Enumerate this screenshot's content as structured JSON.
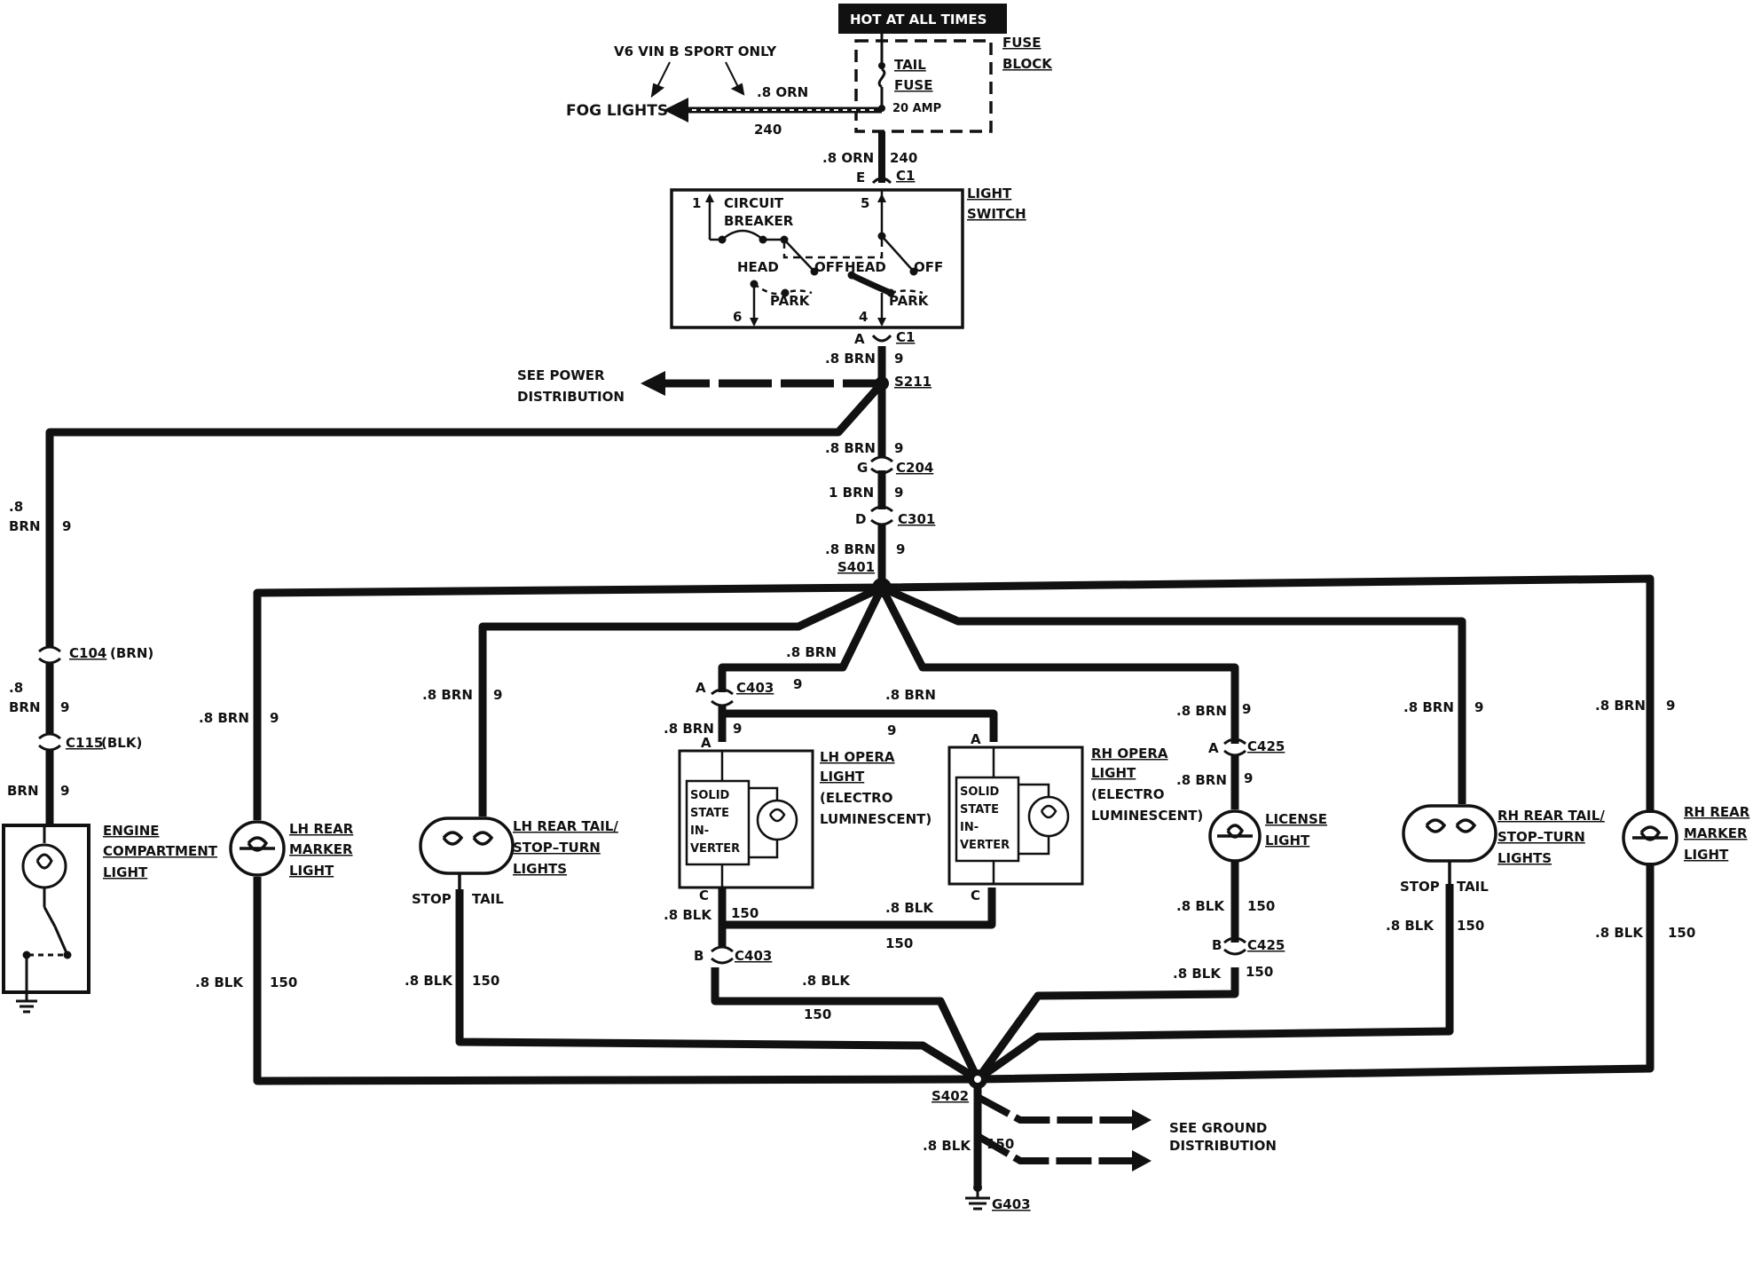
{
  "header": {
    "hot_label": "HOT AT ALL TIMES",
    "fuse_block": [
      "FUSE",
      "BLOCK"
    ],
    "tail_fuse": [
      "TAIL",
      "FUSE"
    ],
    "fuse_rating": "20 AMP"
  },
  "fog": {
    "note": "V6 VIN B SPORT ONLY",
    "label": "FOG LIGHTS",
    "wire": ".8 ORN",
    "circuit": "240"
  },
  "feed": {
    "wire": ".8 ORN",
    "circuit": "240",
    "pin": "E",
    "connector": "C1"
  },
  "light_switch": {
    "title": [
      "LIGHT",
      "SWITCH"
    ],
    "circuit_breaker": [
      "CIRCUIT",
      "BREAKER"
    ],
    "head": "HEAD",
    "off": "OFF",
    "park": "PARK",
    "pin_1": "1",
    "pin_5": "5",
    "pin_6": "6",
    "pin_4": "4"
  },
  "switch_out": {
    "pin": "A",
    "connector": "C1",
    "wire": ".8 BRN",
    "circuit": "9"
  },
  "power_dist": {
    "label": [
      "SEE POWER",
      "DISTRIBUTION"
    ],
    "splice": "S211"
  },
  "trunk": {
    "c204": {
      "pin": "G",
      "connector": "C204",
      "wire_above": ".8 BRN",
      "circuit_above": "9"
    },
    "c301": {
      "pin": "D",
      "connector": "C301",
      "wire_above": "1 BRN",
      "circuit_above": "9"
    },
    "s401": {
      "splice": "S401",
      "wire_above": ".8 BRN",
      "circuit_above": "9"
    }
  },
  "engine_branch": {
    "wire_1": [
      ".8",
      "BRN"
    ],
    "circuit_1": "9",
    "c104": "C104",
    "c104_color": "(BRN)",
    "wire_2": [
      ".8",
      "BRN"
    ],
    "circuit_2": "9",
    "c115": "C115",
    "c115_color": "(BLK)",
    "wire_3": "BRN",
    "circuit_3": "9",
    "title": [
      "ENGINE",
      "COMPARTMENT",
      "LIGHT"
    ]
  },
  "lh_marker": {
    "title": [
      "LH REAR",
      "MARKER",
      "LIGHT"
    ],
    "wire_top": ".8 BRN",
    "circuit_top": "9",
    "wire_bottom": ".8 BLK",
    "circuit_bottom": "150"
  },
  "lh_tail": {
    "title": [
      "LH REAR TAIL/",
      "STOP–TURN",
      "LIGHTS"
    ],
    "wire_top": ".8 BRN",
    "circuit_top": "9",
    "stop": "STOP",
    "tail": "TAIL",
    "wire_bottom": ".8 BLK",
    "circuit_bottom": "150"
  },
  "opera": {
    "wire_a": ".8 BRN",
    "circuit_a": "9",
    "wire_b": ".8 BRN",
    "circuit_b": "9",
    "c403": "C403",
    "pin_a": "A",
    "pin_b": "B",
    "pin_c": "C",
    "wire_lh_in": ".8 BRN",
    "circuit_lh_in": "9",
    "inverter": [
      "SOLID",
      "STATE",
      "IN-",
      "VERTER"
    ],
    "lh_title": [
      "LH OPERA",
      "LIGHT",
      "(ELECTRO",
      "LUMINESCENT)"
    ],
    "rh_title": [
      "RH OPERA",
      "LIGHT",
      "(ELECTRO",
      "LUMINESCENT)"
    ],
    "wire_lh_out": ".8 BLK",
    "circuit_lh_out": "150",
    "wire_rh_out": ".8 BLK",
    "circuit_rh_out": "150",
    "wire_ret": ".8 BLK",
    "circuit_ret": "150"
  },
  "license": {
    "title": [
      "LICENSE",
      "LIGHT"
    ],
    "c425": "C425",
    "pin_a": "A",
    "pin_b": "B",
    "wire_top": ".8 BRN",
    "circuit_top": "9",
    "wire_mid": ".8 BRN",
    "circuit_mid": "9",
    "wire_low": ".8 BLK",
    "circuit_low": "150",
    "wire_bottom": ".8 BLK",
    "circuit_bottom": "150"
  },
  "rh_tail": {
    "title": [
      "RH REAR TAIL/",
      "STOP–TURN",
      "LIGHTS"
    ],
    "wire_top": ".8 BRN",
    "circuit_top": "9",
    "stop": "STOP",
    "tail": "TAIL",
    "wire_bottom": ".8 BLK",
    "circuit_bottom": "150"
  },
  "rh_marker": {
    "title": [
      "RH REAR",
      "MARKER",
      "LIGHT"
    ],
    "wire_top": ".8 BRN",
    "circuit_top": "9",
    "wire_bottom": ".8 BLK",
    "circuit_bottom": "150"
  },
  "ground": {
    "splice": "S402",
    "label": [
      "SEE GROUND",
      "DISTRIBUTION"
    ],
    "wire": ".8 BLK",
    "circuit": "150",
    "ground_id": "G403"
  },
  "colors": {
    "ink": "#111111",
    "paper": "#ffffff"
  }
}
